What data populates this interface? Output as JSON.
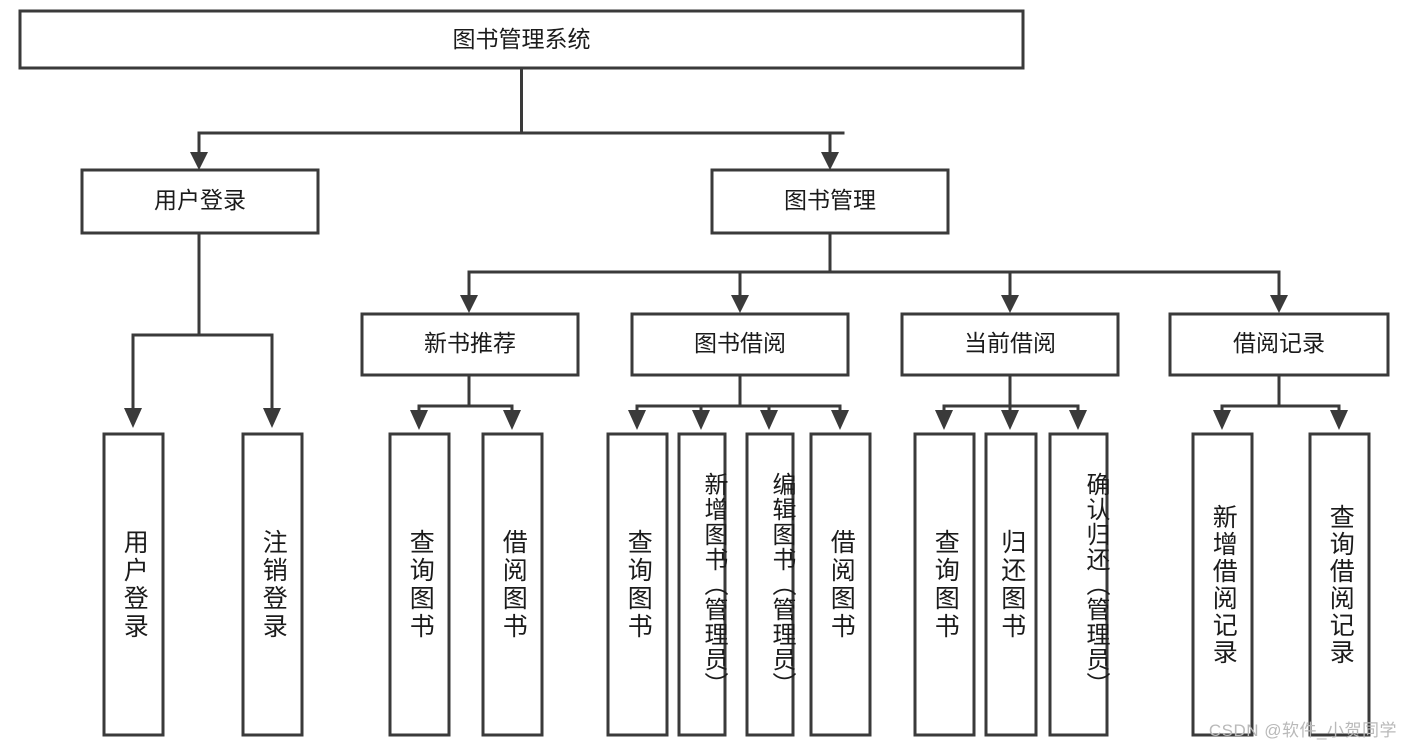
{
  "diagram": {
    "type": "tree",
    "title": "图书管理系统",
    "watermark": "CSDN @软件_小贺同学",
    "colors": {
      "stroke": "#3a3a3a",
      "fill": "#ffffff",
      "text": "#1b1b1b",
      "watermark": "#b9b9b9"
    },
    "root": {
      "label": "图书管理系统"
    },
    "level2": [
      {
        "label": "用户登录"
      },
      {
        "label": "图书管理"
      }
    ],
    "level3": [
      {
        "label": "新书推荐"
      },
      {
        "label": "图书借阅"
      },
      {
        "label": "当前借阅"
      },
      {
        "label": "借阅记录"
      }
    ],
    "leaves": {
      "user_login": [
        {
          "label": "用户登录"
        },
        {
          "label": "注销登录"
        }
      ],
      "new_book_recommend": [
        {
          "label": "查询图书"
        },
        {
          "label": "借阅图书"
        }
      ],
      "book_borrow": [
        {
          "label": "查询图书"
        },
        {
          "label": "新增图书（管理员）"
        },
        {
          "label": "编辑图书（管理员）"
        },
        {
          "label": "借阅图书"
        }
      ],
      "current_borrow": [
        {
          "label": "查询图书"
        },
        {
          "label": "归还图书"
        },
        {
          "label": "确认归还（管理员）"
        }
      ],
      "borrow_record": [
        {
          "label": "新增借阅记录"
        },
        {
          "label": "查询借阅记录"
        }
      ]
    }
  }
}
